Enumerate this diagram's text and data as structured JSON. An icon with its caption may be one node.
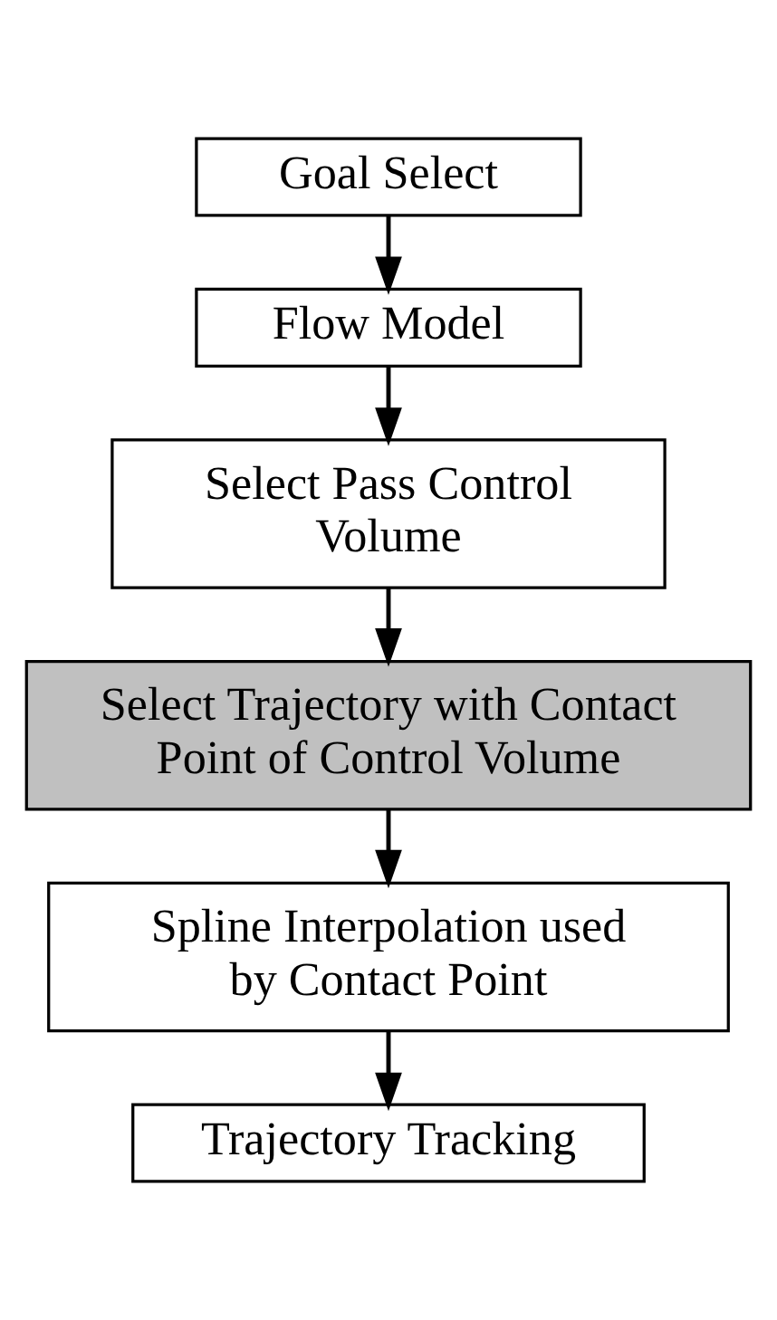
{
  "diagram": {
    "nodes": [
      {
        "text": [
          "Goal Select"
        ]
      },
      {
        "text": [
          "Flow Model"
        ]
      },
      {
        "text": [
          "Select Pass Control Volume"
        ]
      },
      {
        "text": [
          "Select Trajectory with Contact Point of Control Volume"
        ]
      },
      {
        "text": [
          "Spline Interpolation used by Contact Point"
        ]
      },
      {
        "text": [
          "Trajectory Tracking"
        ]
      }
    ],
    "edges": [
      {
        "from": 0,
        "to": 1,
        "arrow": "to"
      },
      {
        "from": 1,
        "to": 2,
        "arrow": "to"
      },
      {
        "from": 2,
        "to": 3,
        "arrow": "to"
      },
      {
        "from": 3,
        "to": 4,
        "arrow": "to"
      },
      {
        "from": 4,
        "to": 5,
        "arrow": "to"
      }
    ]
  }
}
